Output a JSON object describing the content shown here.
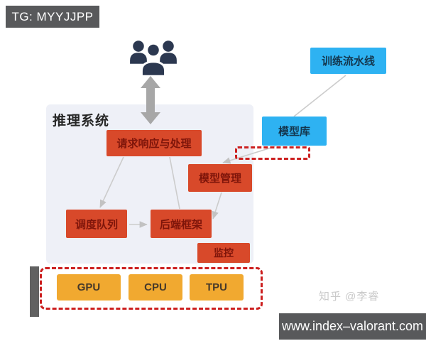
{
  "badge": {
    "label": "TG: MYYJJPP"
  },
  "inference_system": {
    "title": "推理系统"
  },
  "nodes": {
    "request": "请求响应与处理",
    "model_management": "模型管理",
    "scheduling_queue": "调度队列",
    "backend_framework": "后端框架",
    "monitoring": "监控",
    "training_pipeline": "训练流水线",
    "model_library": "模型库",
    "gpu": "GPU",
    "cpu": "CPU",
    "tpu": "TPU"
  },
  "edges": [
    {
      "from": "training_pipeline",
      "to": "model_library",
      "arrow": false
    },
    {
      "from": "model_library",
      "to": "model_management",
      "arrow": true
    },
    {
      "from": "request",
      "to": "scheduling_queue",
      "arrow": true
    },
    {
      "from": "request",
      "to": "backend_framework",
      "arrow": false
    },
    {
      "from": "scheduling_queue",
      "to": "backend_framework",
      "arrow": true
    },
    {
      "from": "model_management",
      "to": "backend_framework",
      "arrow": true
    }
  ],
  "icons": {
    "users": "users-icon",
    "double_arrow": "up-down-arrow-icon"
  },
  "watermark": {
    "label": "知乎 @李睿"
  },
  "site_bar": {
    "label": "www.index–valorant.com"
  },
  "colors": {
    "node_orange": "#d8492a",
    "node_orange_text": "#7e150a",
    "node_blue": "#2eb2f2",
    "node_yellow": "#f1a930",
    "container_gray": "#eef0f7",
    "dashed_red": "#cc1f1f",
    "bar_gray": "#58595b",
    "edge_gray": "#cccccc",
    "people_navy": "#2c3850"
  }
}
